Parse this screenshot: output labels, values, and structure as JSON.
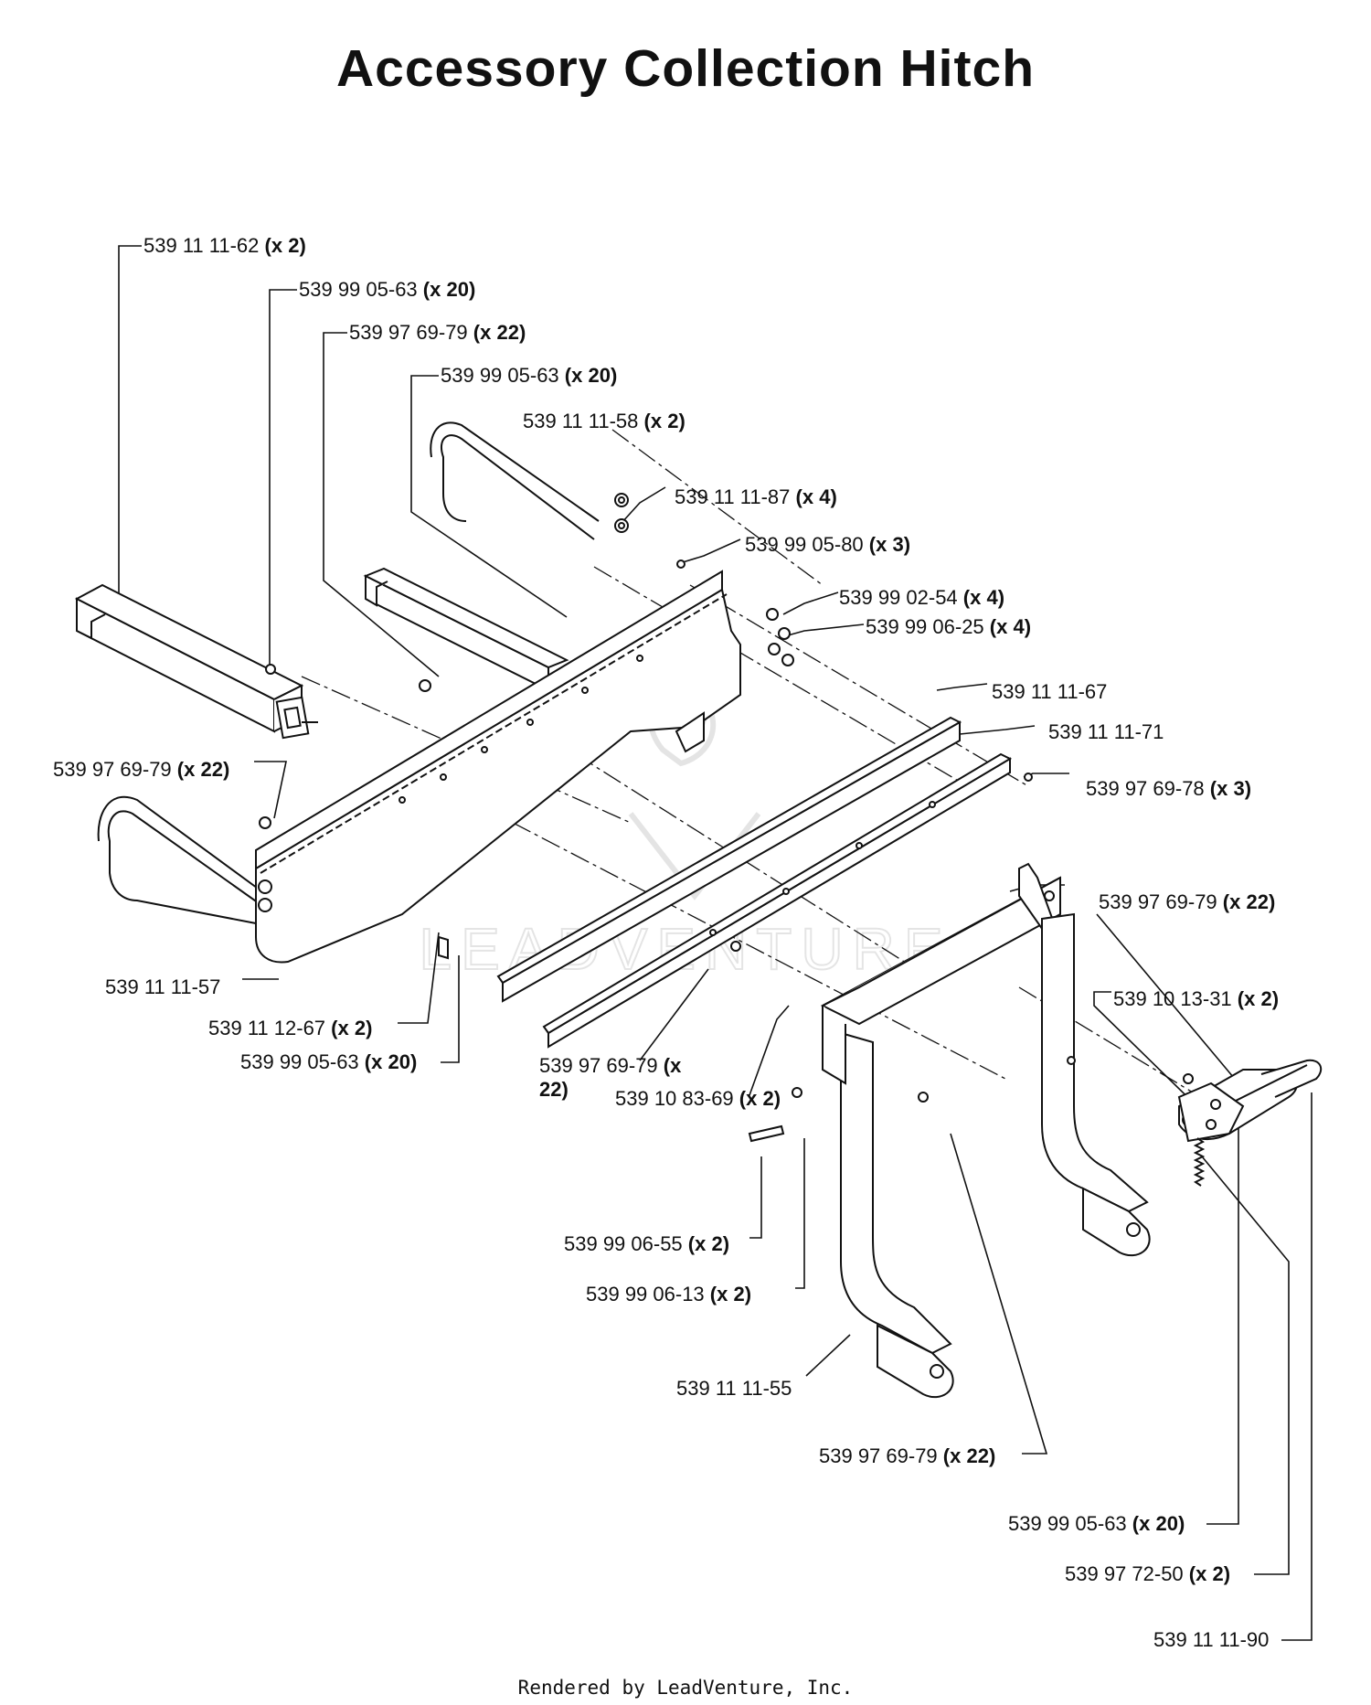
{
  "title": "Accessory Collection Hitch",
  "footer": "Rendered by LeadVenture, Inc.",
  "watermark": "LEADVENTURE",
  "callouts": [
    {
      "id": "p1",
      "part": "539 11 11-62",
      "qty": "(x 2)"
    },
    {
      "id": "p2",
      "part": "539 99 05-63",
      "qty": "(x 20)"
    },
    {
      "id": "p3",
      "part": "539 97 69-79",
      "qty": "(x 22)"
    },
    {
      "id": "p4",
      "part": "539 99 05-63",
      "qty": "(x 20)"
    },
    {
      "id": "p5",
      "part": "539 11 11-58",
      "qty": "(x 2)"
    },
    {
      "id": "p6",
      "part": "539 11 11-87",
      "qty": "(x 4)"
    },
    {
      "id": "p7",
      "part": "539 99 05-80",
      "qty": "(x 3)"
    },
    {
      "id": "p8",
      "part": "539 99 02-54",
      "qty": "(x 4)"
    },
    {
      "id": "p9",
      "part": "539 99 06-25",
      "qty": "(x 4)"
    },
    {
      "id": "p10",
      "part": "539 11 11-67",
      "qty": ""
    },
    {
      "id": "p11",
      "part": "539 11 11-71",
      "qty": ""
    },
    {
      "id": "p12",
      "part": "539 97 69-79",
      "qty": "(x 22)"
    },
    {
      "id": "p13",
      "part": "539 97 69-78",
      "qty": "(x 3)"
    },
    {
      "id": "p14",
      "part": "539 97 69-79",
      "qty": "(x 22)"
    },
    {
      "id": "p15",
      "part": "539 11 11-57",
      "qty": ""
    },
    {
      "id": "p16",
      "part": "539 11 12-67",
      "qty": "(x 2)"
    },
    {
      "id": "p17",
      "part": "539 99 05-63",
      "qty": "(x 20)"
    },
    {
      "id": "p18",
      "part": "539 97 69-79",
      "qty": "(x",
      "qty2": "22)"
    },
    {
      "id": "p19",
      "part": "539 10 83-69",
      "qty": "(x 2)"
    },
    {
      "id": "p20",
      "part": "539 10 13-31",
      "qty": "(x 2)"
    },
    {
      "id": "p21",
      "part": "539 99 06-55",
      "qty": "(x 2)"
    },
    {
      "id": "p22",
      "part": "539 99 06-13",
      "qty": "(x 2)"
    },
    {
      "id": "p23",
      "part": "539 11 11-55",
      "qty": ""
    },
    {
      "id": "p24",
      "part": "539 97 69-79",
      "qty": "(x 22)"
    },
    {
      "id": "p25",
      "part": "539 99 05-63",
      "qty": "(x 20)"
    },
    {
      "id": "p26",
      "part": "539 97 72-50",
      "qty": "(x 2)"
    },
    {
      "id": "p27",
      "part": "539 11 11-90",
      "qty": ""
    }
  ]
}
